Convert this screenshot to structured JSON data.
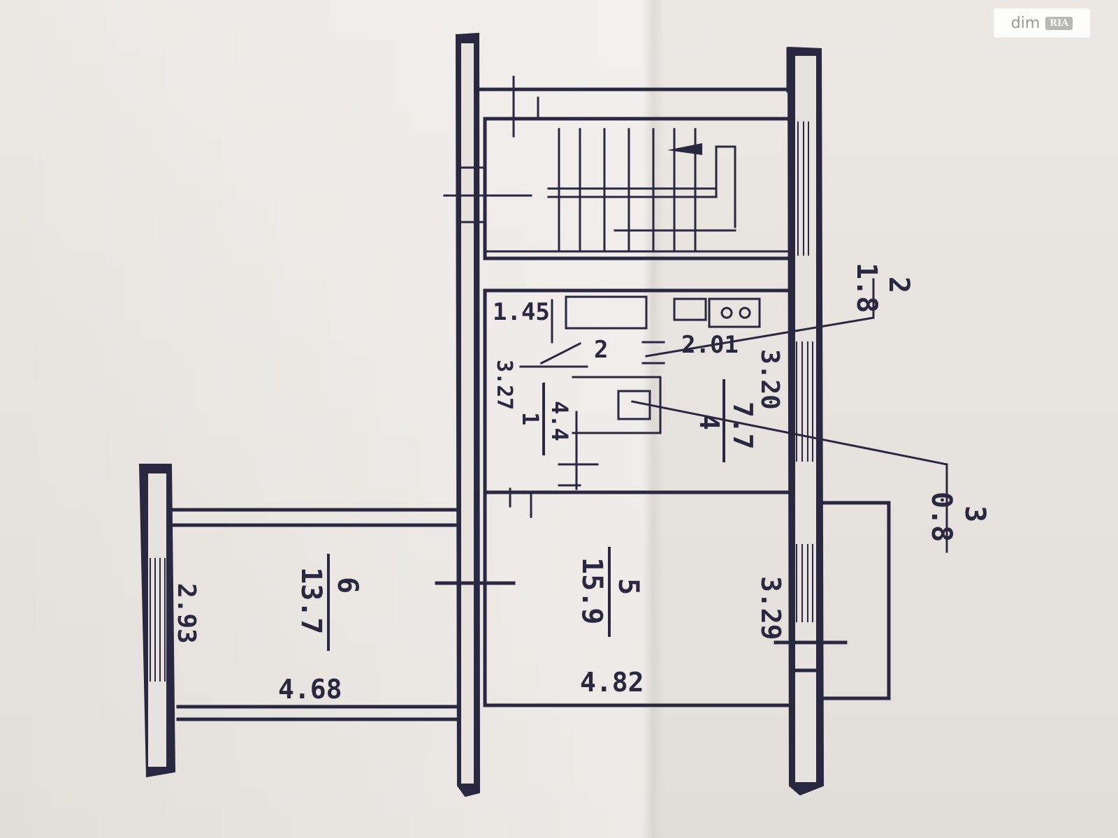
{
  "watermark": {
    "text": "dim",
    "badge": "RIA"
  },
  "plan": {
    "rooms": [
      {
        "number": "1",
        "area": "4.4",
        "label": "1.45"
      },
      {
        "number": "2",
        "area": "1.8"
      },
      {
        "number": "3",
        "area": "0.8"
      },
      {
        "number": "4",
        "area": "7.7"
      },
      {
        "number": "5",
        "area": "15.9"
      },
      {
        "number": "6",
        "area": "13.7"
      }
    ],
    "dimensions": {
      "room6_width": "2.93",
      "room6_length": "4.68",
      "room5_length": "4.82",
      "room5_width": "3.29",
      "kitchen_width": "3.20",
      "kitchen_length": "2.01",
      "corridor": "3.27",
      "room1_small": "1.45",
      "room2_inner": "2"
    }
  }
}
